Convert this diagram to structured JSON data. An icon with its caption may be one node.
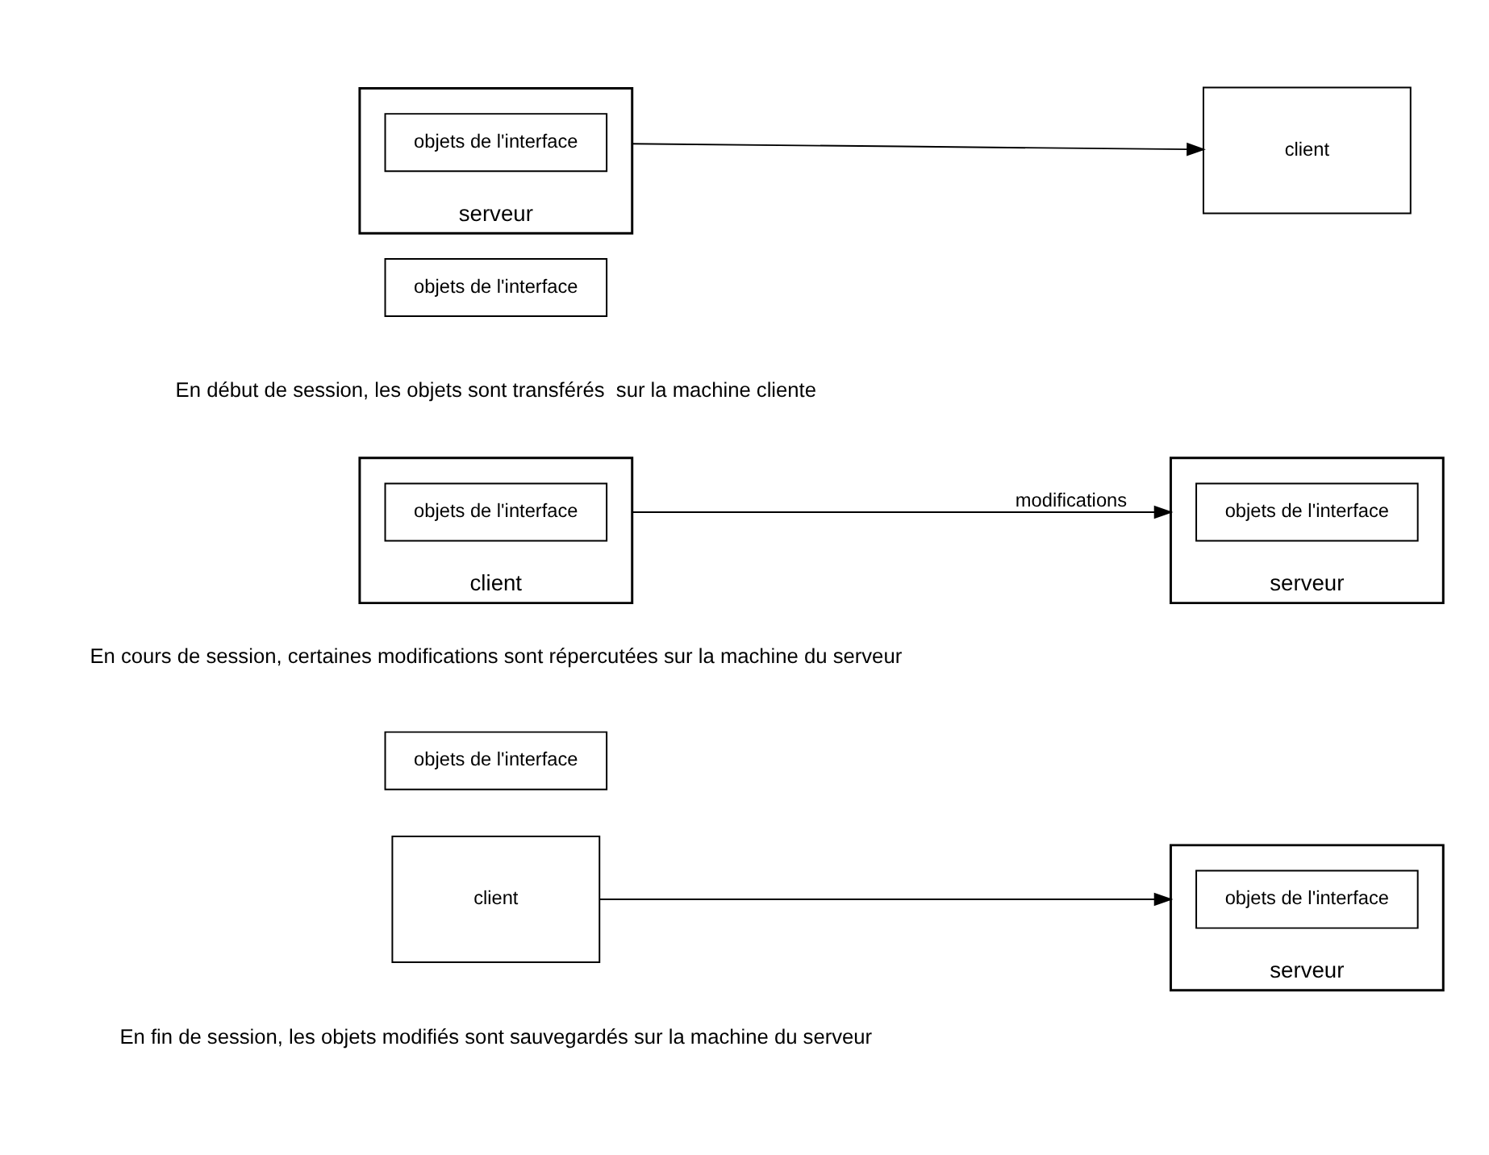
{
  "diagram": {
    "nodes": [
      {
        "text": [
          "serveur"
        ]
      },
      {
        "text": [
          "objets de l'interface"
        ],
        "in": 0
      },
      {
        "text": [
          "objets de l'interface"
        ]
      },
      {
        "text": [
          "client"
        ]
      },
      {
        "text": [
          "serveur"
        ]
      },
      {
        "text": [
          "objets de l'interface"
        ],
        "in": 4
      },
      {
        "text": [
          "client"
        ]
      },
      {
        "text": [
          "objets de l'interface"
        ],
        "in": 6
      },
      {
        "text": [
          "serveur"
        ]
      },
      {
        "text": [
          "objets de l'interface"
        ],
        "in": 8
      },
      {
        "text": [
          "objets de l'interface"
        ]
      },
      {
        "text": [
          "client"
        ]
      }
    ],
    "edges": [
      {
        "from": 0,
        "to": 3,
        "arrow": "to"
      },
      {
        "from": 6,
        "to": 4,
        "label": "modifications",
        "arrow": "to"
      },
      {
        "from": 11,
        "to": 8,
        "arrow": "to"
      }
    ],
    "labels": [
      "En début de session, les objets sont transférés  sur la machine cliente",
      "En cours de session, certaines modifications sont répercutées sur la machine du serveur",
      "En fin de session, les objets modifiés sont sauvegardés sur la machine du serveur"
    ]
  }
}
